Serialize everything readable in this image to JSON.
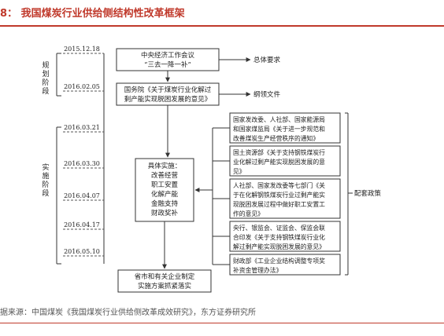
{
  "title": "8：  我国煤炭行业供给侧结构性改革框架",
  "source": "据来源：中国煤炭《我国煤炭行业供给侧改革成效研究》，东方证券研究所",
  "colors": {
    "accent": "#c0392b",
    "line": "#333333",
    "dashed": "#555555"
  },
  "phases": [
    {
      "label": [
        "规",
        "划",
        "阶",
        "段"
      ]
    },
    {
      "label": [
        "实",
        "施",
        "阶",
        "段"
      ]
    }
  ],
  "dates": [
    "2015.12.18",
    "2016.02.05",
    "2016.03.21",
    "2016.03.30",
    "2016.04.07",
    "2016.04.17",
    "2016.05.10"
  ],
  "boxes": {
    "top": [
      "中央经济工作会议",
      "“三去一降一补”"
    ],
    "state_council": [
      "国务院《关于煤炭行业化解过",
      "剩产能实现脱困发展的意见》"
    ],
    "center": [
      "具体实施：",
      "改善经营",
      "职工安置",
      "化解产能",
      "金融支持",
      "财政奖补"
    ],
    "bottom": [
      "省市和有关企业制定",
      "实施方案抓紧落实"
    ]
  },
  "policies": [
    [
      "国家发改委、人社部、国家能源局",
      "和国家煤监局《关于进一步规范和",
      "改善煤炭生产经营秩序的通知》"
    ],
    [
      "国土资源部《关于支持钢铁煤炭行",
      "业化解过剩产能实现脱困发展的意",
      "见》"
    ],
    [
      "人社部、国家发改委等七部门《关",
      "于在化解钢铁煤炭行业过剩产能实",
      "现脱困发展过程中做好职工安置工",
      "作的意见》"
    ],
    [
      "央行、银监会、证监会、保监会联",
      "合印发《关于支持钢铁煤炭行业化",
      "解过剩产能实现脱困发展的意见》"
    ],
    [
      "财政部《工业企业结构调整专项奖",
      "补资金管理办法》"
    ]
  ],
  "labels": {
    "overall": "总体要求",
    "outline": "纲领文件",
    "supporting": "配套政策"
  }
}
